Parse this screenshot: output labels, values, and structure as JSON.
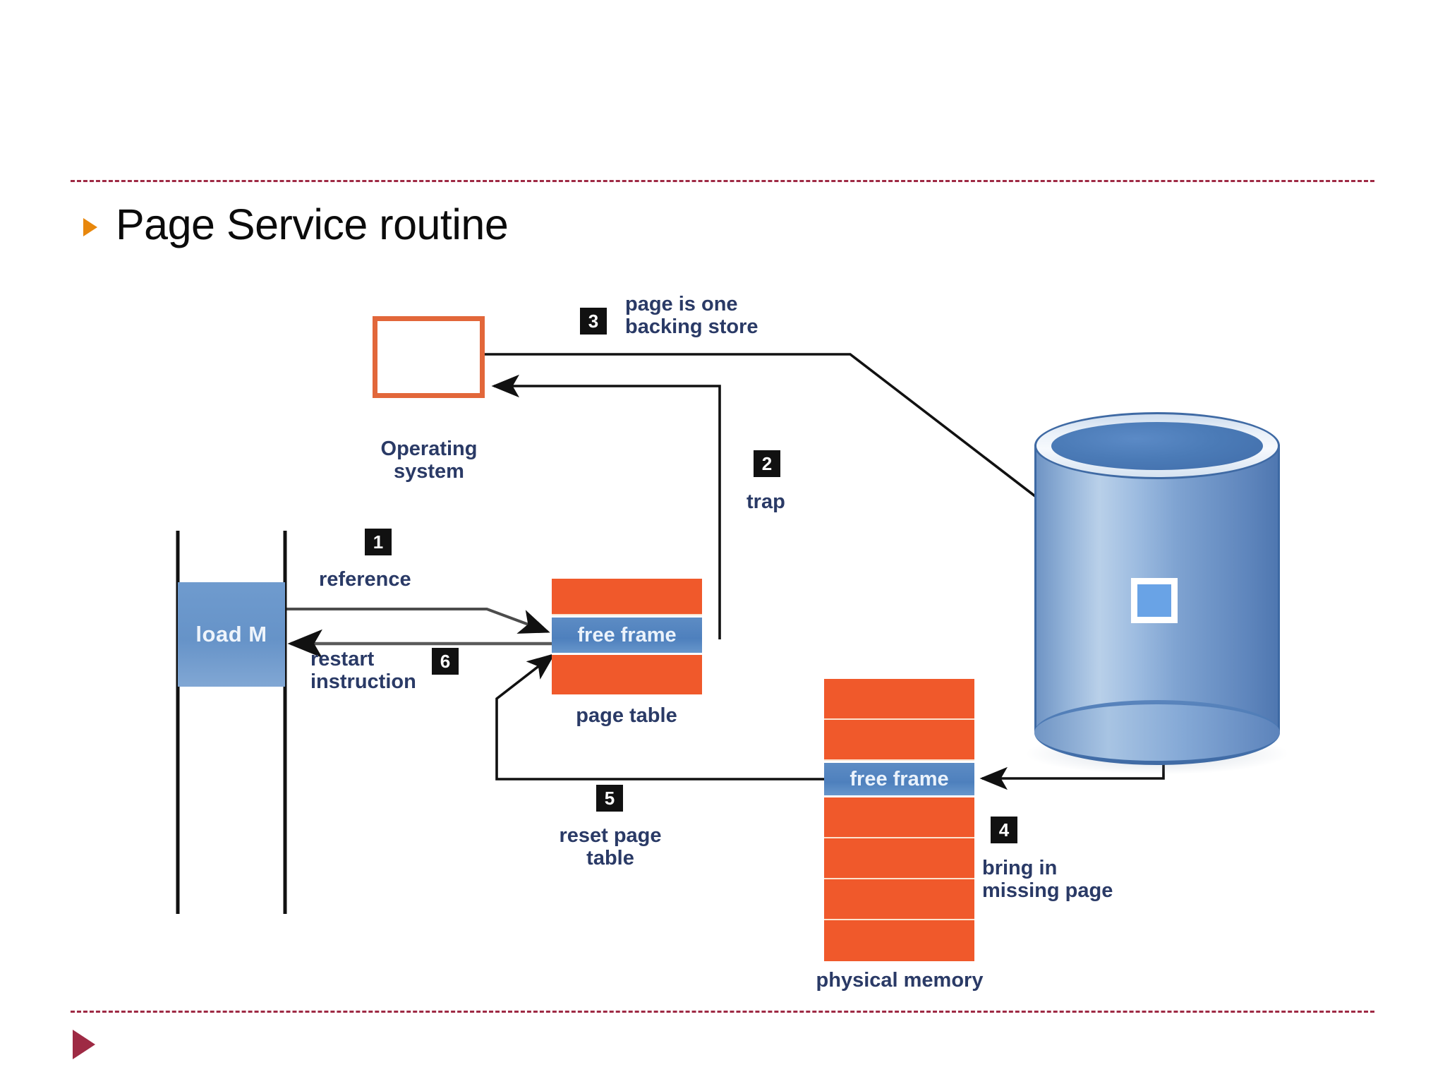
{
  "slide": {
    "title": "Page Service routine",
    "bullet_icon": "triangle-right-icon",
    "accent_color": "#E8870C",
    "rule_color": "#9e2a44",
    "footer_marker_icon": "triangle-right-icon"
  },
  "diagram": {
    "name": "page-fault-handling-steps",
    "colors": {
      "frame_orange": "#F0592B",
      "free_frame_blue": "#4E80BD",
      "os_box_border": "#E2673A",
      "label_text": "#2a3a66",
      "step_badge_bg": "#111111"
    },
    "os_box": {
      "label": "Operating\nsystem"
    },
    "memory_column": {
      "instruction_label": "load M"
    },
    "page_table": {
      "caption": "page table",
      "rows": [
        {
          "label": "",
          "type": "used"
        },
        {
          "label": "free frame",
          "type": "free"
        },
        {
          "label": "",
          "type": "used"
        }
      ]
    },
    "physical_memory": {
      "caption": "physical memory",
      "rows": [
        {
          "label": "",
          "type": "used"
        },
        {
          "label": "",
          "type": "used"
        },
        {
          "label": "free frame",
          "type": "free"
        },
        {
          "label": "",
          "type": "used"
        },
        {
          "label": "",
          "type": "used"
        },
        {
          "label": "",
          "type": "used"
        },
        {
          "label": "",
          "type": "used"
        }
      ]
    },
    "backing_store": {
      "name": "disk-cylinder",
      "page_marker": "page-block"
    },
    "steps": [
      {
        "number": "1",
        "label": "reference"
      },
      {
        "number": "2",
        "label": "trap"
      },
      {
        "number": "3",
        "label": "page is one\nbacking store"
      },
      {
        "number": "4",
        "label": "bring in\nmissing page"
      },
      {
        "number": "5",
        "label": "reset page\ntable"
      },
      {
        "number": "6",
        "label": "restart\ninstruction"
      }
    ]
  }
}
